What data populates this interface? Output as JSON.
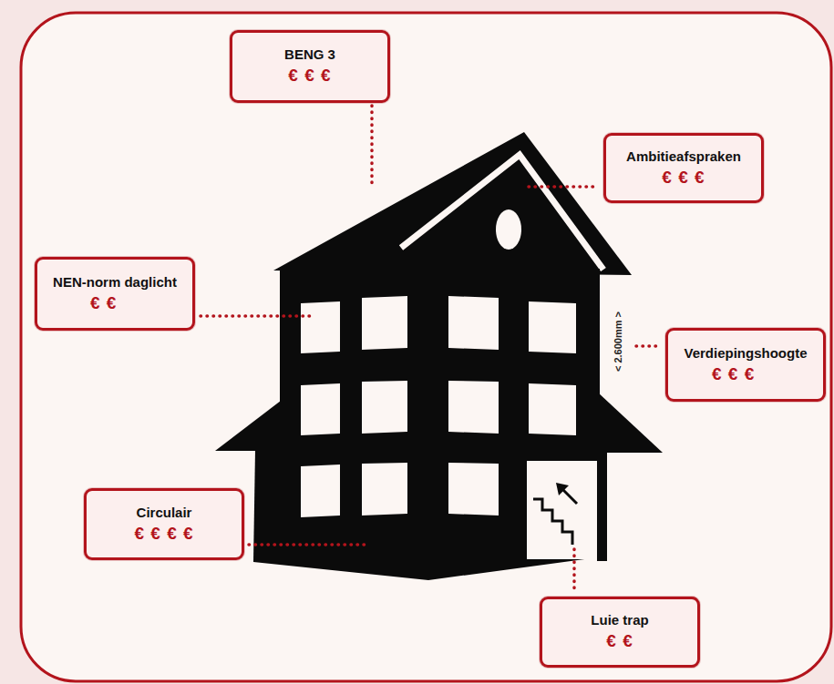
{
  "diagram": {
    "nodes": [
      {
        "text": [
          "BENG 3",
          "€ € €"
        ]
      },
      {
        "text": [
          "Ambitieafspraken",
          "€ € €"
        ]
      },
      {
        "text": [
          "NEN-norm daglicht",
          "€ €"
        ]
      },
      {
        "text": [
          "Verdiepingshoogte",
          "€ € €"
        ]
      },
      {
        "text": [
          "Circulair",
          "€ € € €"
        ]
      },
      {
        "text": [
          "Luie trap",
          "€ €"
        ]
      }
    ],
    "labels": [
      "< 2.600mm >"
    ]
  }
}
